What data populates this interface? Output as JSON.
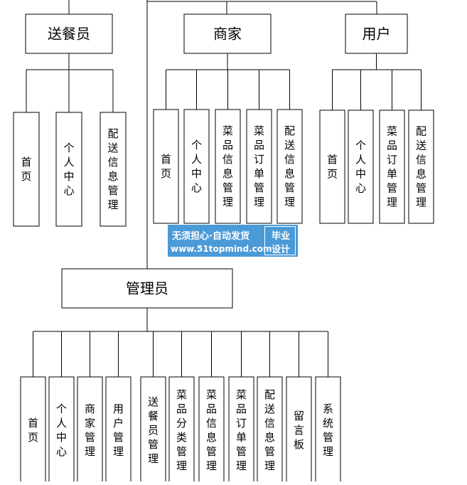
{
  "roles": [
    {
      "id": "courier",
      "title": "送餐员",
      "modules": [
        "首页",
        "个人中心",
        "配送信息管理"
      ]
    },
    {
      "id": "merchant",
      "title": "商家",
      "modules": [
        "首页",
        "个人中心",
        "菜品信息管理",
        "菜品订单管理",
        "配送信息管理"
      ]
    },
    {
      "id": "user",
      "title": "用户",
      "modules": [
        "首页",
        "个人中心",
        "菜品订单管理",
        "配送信息管理"
      ]
    },
    {
      "id": "admin",
      "title": "管理员",
      "modules": [
        "首页",
        "个人中心",
        "商家管理",
        "用户管理",
        "送餐员管理",
        "菜品分类管理",
        "菜品信息管理",
        "菜品订单管理",
        "配送信息管理",
        "留言板",
        "系统管理"
      ]
    }
  ],
  "watermark": {
    "line1": "无须担心·自动发货",
    "line2": "www.51topmind.com",
    "badge_top": "毕业",
    "badge_bottom": "设计"
  },
  "colors": {
    "line": "#000000",
    "watermark_bg": "#4a9ad8"
  }
}
